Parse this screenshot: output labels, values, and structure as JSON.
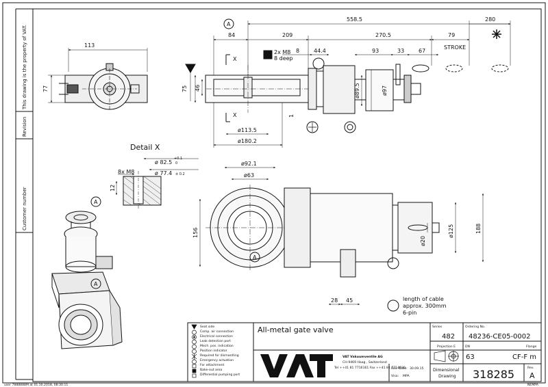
{
  "sidebar": {
    "property_notice": "This drawing is the property of VAT.",
    "revision_label": "Revision",
    "customer_label": "Customer number"
  },
  "views": {
    "detail_title": "Detail X",
    "section_marker": "X",
    "port_marker": "A"
  },
  "dimensions": {
    "top_113": "113",
    "side_77": "77",
    "d558": "558.5",
    "d280": "280",
    "d84": "84",
    "d209": "209",
    "d270": "270.5",
    "d79": "79",
    "d8": "8",
    "d44": "44.4",
    "d93": "93",
    "d33": "33",
    "d67": "67",
    "stroke": "STROKE",
    "thread_note1": "2x M8",
    "thread_note2": "8 deep",
    "h75": "75",
    "h46": "46",
    "phi89": "ø89.5",
    "phi97": "ø97",
    "phi113": "ø113.5",
    "phi180": "ø180.2",
    "one": "1",
    "detail_8xm8": "8x M8",
    "detail_phi825": "ø 82.5",
    "detail_tol": "+0.1",
    "detail_tol0": "0",
    "detail_phi774": "ø 77.4",
    "detail_tol2": "± 0.2",
    "detail_12": "12",
    "phi921": "ø92.1",
    "phi63": "ø63",
    "h156": "156",
    "phi20": "ø20",
    "phi125": "ø125",
    "h188": "188",
    "w28": "28",
    "w45": "45",
    "cable1": "length of cable",
    "cable2": "approx. 300mm",
    "cable3": "6-pin"
  },
  "legend": [
    "Seat side",
    "Comp. air connection",
    "Electrical connection",
    "Leak detection port",
    "Mech. pos. indication",
    "Position indicator",
    "Required for dismantling",
    "Emergency actuation",
    "For attachment",
    "Bake-out area",
    "Differential pumping port"
  ],
  "title_block": {
    "title": "All-metal gate valve",
    "series_label": "Series",
    "series_value": "482",
    "ordering_label": "Ordering No.",
    "ordering_value": "48236-CE05-0002",
    "projection_label": "Projection E",
    "dn_label": "DN",
    "dn_value": "63",
    "flange_label": "Flange",
    "flange_value": "CF-F m",
    "company": "VAT Vakuumventile AG",
    "address": "CH-9469 Haag , Switzerland",
    "phone": "Tel ++41 81 7716161 Fax ++41 81 7714830",
    "rev_date_label": "Rev.-Date:",
    "rev_date_value": "30.09.15",
    "visa_label": "Visa:",
    "visa_value": "MPA",
    "doc_type1": "Dimensional",
    "doc_type2": "Drawing",
    "drawing_no": "318285",
    "rev_label": "Rev.",
    "rev_value": "A",
    "logo_text": "VAT",
    "footer_left": "user 7888888M at 01.10.2018, 08:30:11",
    "footer_right": "NEMPA"
  }
}
